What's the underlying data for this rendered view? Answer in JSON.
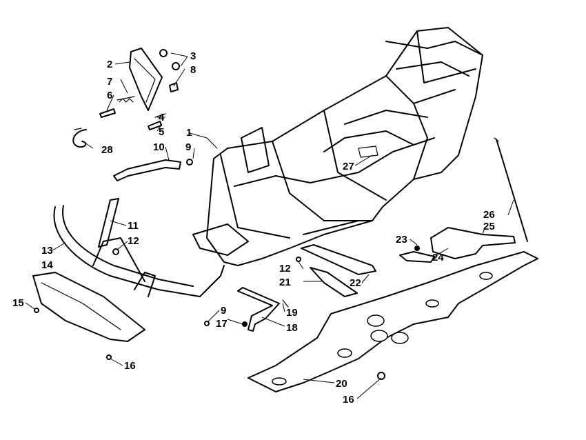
{
  "callouts": {
    "c1": "1",
    "c2": "2",
    "c3": "3",
    "c4": "4",
    "c5": "5",
    "c6": "6",
    "c7": "7",
    "c8": "8",
    "c9a": "9",
    "c9b": "9",
    "c10": "10",
    "c11": "11",
    "c12a": "12",
    "c12b": "12",
    "c13": "13",
    "c14": "14",
    "c15": "15",
    "c16a": "16",
    "c16b": "16",
    "c17": "17",
    "c18": "18",
    "c19": "19",
    "c20": "20",
    "c21": "21",
    "c22": "22",
    "c23": "23",
    "c24": "24",
    "c25": "25",
    "c26": "26",
    "c27": "27",
    "c28": "28"
  },
  "colors": {
    "ink": "#000000",
    "paper": "#ffffff"
  }
}
